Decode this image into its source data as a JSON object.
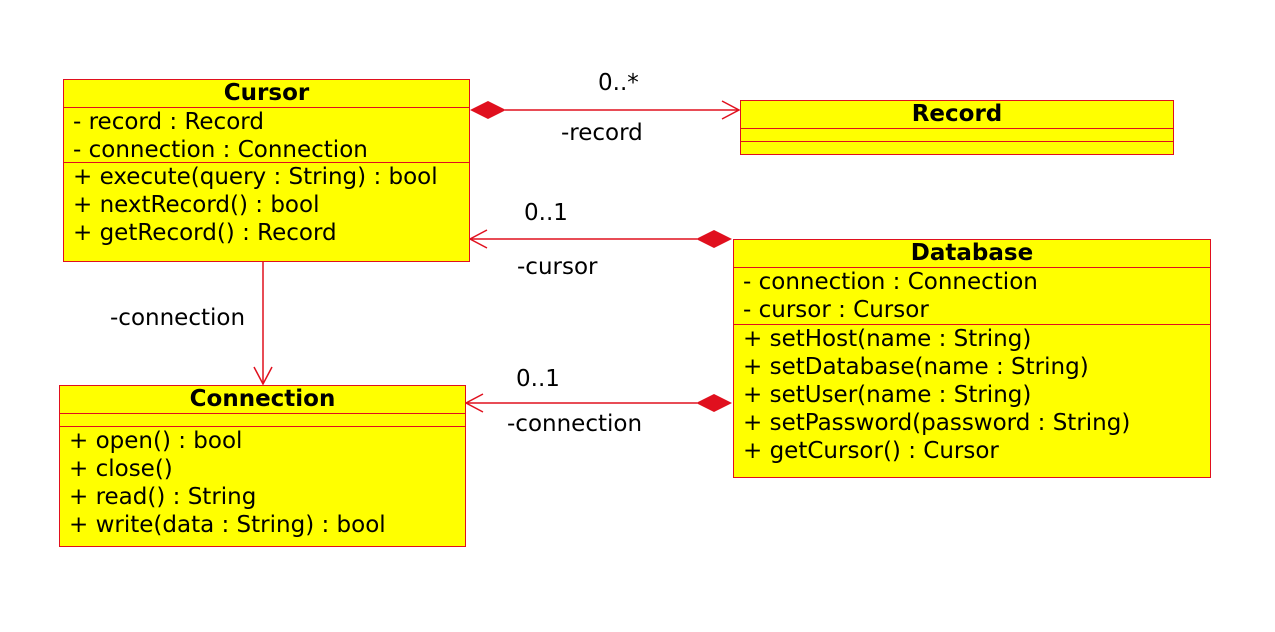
{
  "colors": {
    "class_fill": "#ffff00",
    "class_border": "#e0101e",
    "link": "#e0101e"
  },
  "classes": {
    "cursor": {
      "name": "Cursor",
      "attributes": [
        "- record : Record",
        "- connection : Connection"
      ],
      "operations": [
        "+ execute(query : String) : bool",
        "+ nextRecord() : bool",
        "+ getRecord() : Record"
      ]
    },
    "record": {
      "name": "Record",
      "attributes": [],
      "operations": []
    },
    "database": {
      "name": "Database",
      "attributes": [
        "- connection : Connection",
        "- cursor : Cursor"
      ],
      "operations": [
        "+ setHost(name : String)",
        "+ setDatabase(name : String)",
        "+ setUser(name : String)",
        "+ setPassword(password : String)",
        "+ getCursor() : Cursor"
      ]
    },
    "connection": {
      "name": "Connection",
      "attributes": [],
      "operations": [
        "+ open() : bool",
        "+ close()",
        "+ read() : String",
        "+ write(data : String) : bool"
      ]
    }
  },
  "associations": {
    "cursor_record": {
      "multiplicity": "0..*",
      "role": "-record",
      "kind": "composition"
    },
    "database_cursor": {
      "multiplicity": "0..1",
      "role": "-cursor",
      "kind": "composition"
    },
    "cursor_connection": {
      "role": "-connection",
      "kind": "association"
    },
    "database_connection": {
      "multiplicity": "0..1",
      "role": "-connection",
      "kind": "composition"
    }
  }
}
